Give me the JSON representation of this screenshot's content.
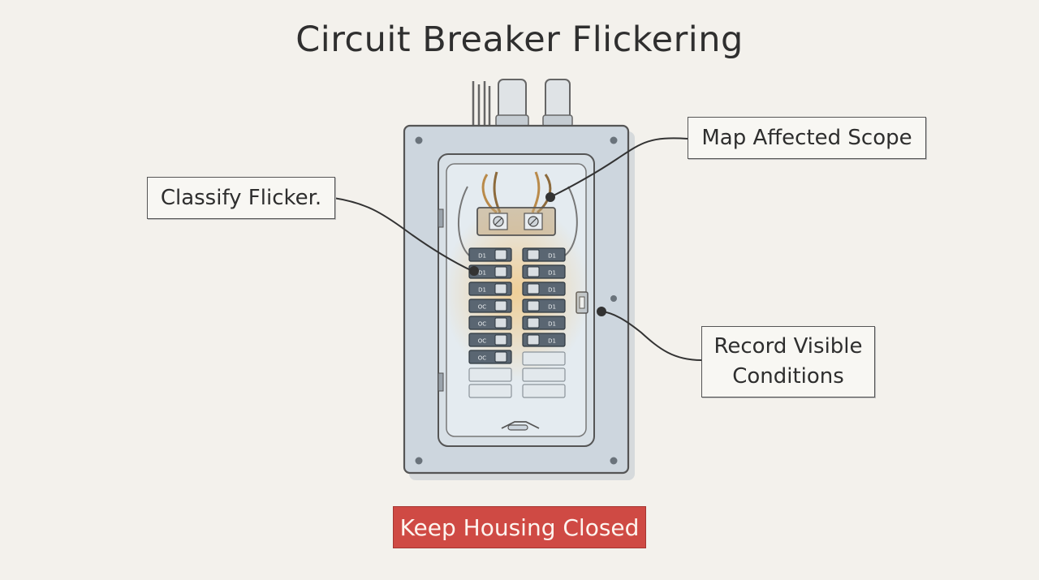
{
  "title": "Circuit Breaker Flickering",
  "callouts": {
    "map_scope": "Map Affected Scope",
    "classify": "Classify Flicker.",
    "record_line1": "Record Visible",
    "record_line2": "Conditions"
  },
  "warning": "Keep Housing Closed",
  "breakers": {
    "left_labels": [
      "D1",
      "D1",
      "D1",
      "OC",
      "OC",
      "OC",
      "OC"
    ],
    "right_labels": [
      "D1",
      "D1",
      "D1",
      "D1",
      "D1",
      "D1"
    ]
  },
  "colors": {
    "panel": "#c9d3dc",
    "breaker": "#5a6672",
    "glow": "#f3c57a",
    "warning": "#cf4a44"
  }
}
